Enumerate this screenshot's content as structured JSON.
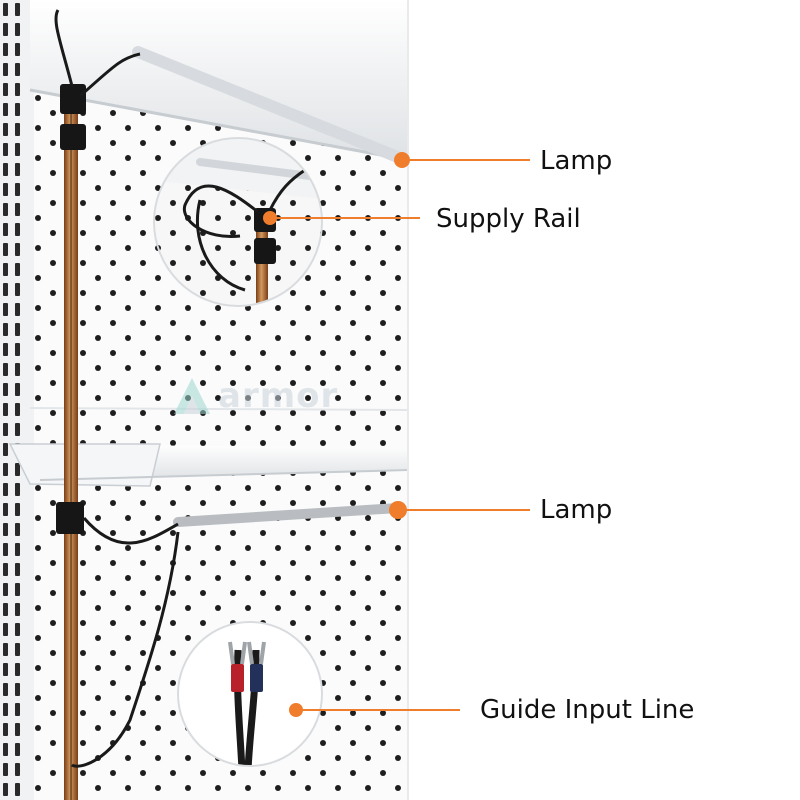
{
  "callouts": {
    "lamp_top": "Lamp",
    "supply_rail": "Supply Rail",
    "lamp_middle": "Lamp",
    "guide_input_line": "Guide Input Line"
  },
  "watermark": {
    "text": "armor"
  },
  "colors": {
    "accent": "#f07d2b",
    "shelf": "#f4f5f6",
    "pegboard": "#fbfbfb",
    "holes": "#1e1e1e",
    "copper_rail": "#b06b3a",
    "cable": "#1a1a1a",
    "text": "#111111"
  }
}
